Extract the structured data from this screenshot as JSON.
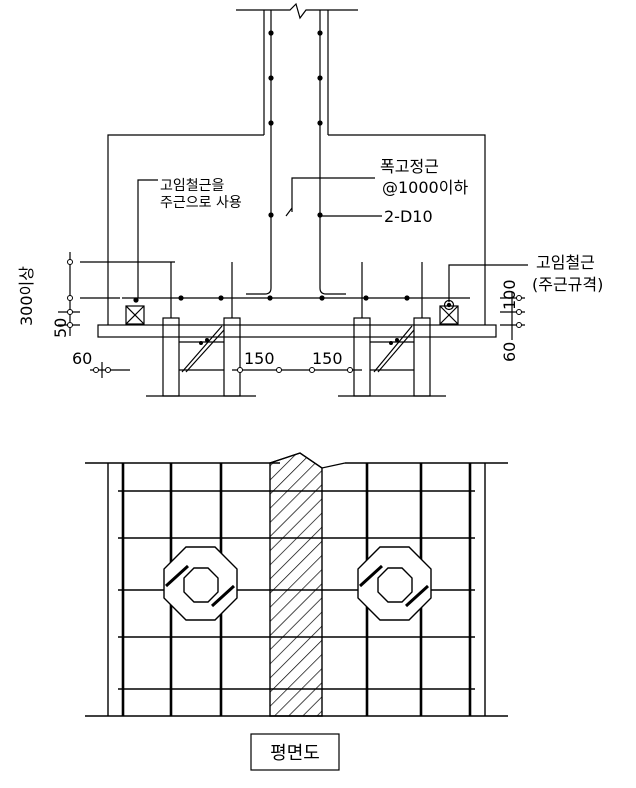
{
  "section": {
    "label_anchor_line1": "고임철근을",
    "label_anchor_line2": "주근으로 사용",
    "label_width_line1": "폭고정근",
    "label_width_line2": "@1000이하",
    "label_bars": "2-D10",
    "label_chair_line1": "고임철근",
    "label_chair_line2": "(주근규격)",
    "dim_300": "300이상",
    "dim_50": "50",
    "dim_60_left": "60",
    "dim_150_a": "150",
    "dim_150_b": "150",
    "dim_100": "100",
    "dim_60_right": "60"
  },
  "plan": {
    "title": "평면도"
  }
}
